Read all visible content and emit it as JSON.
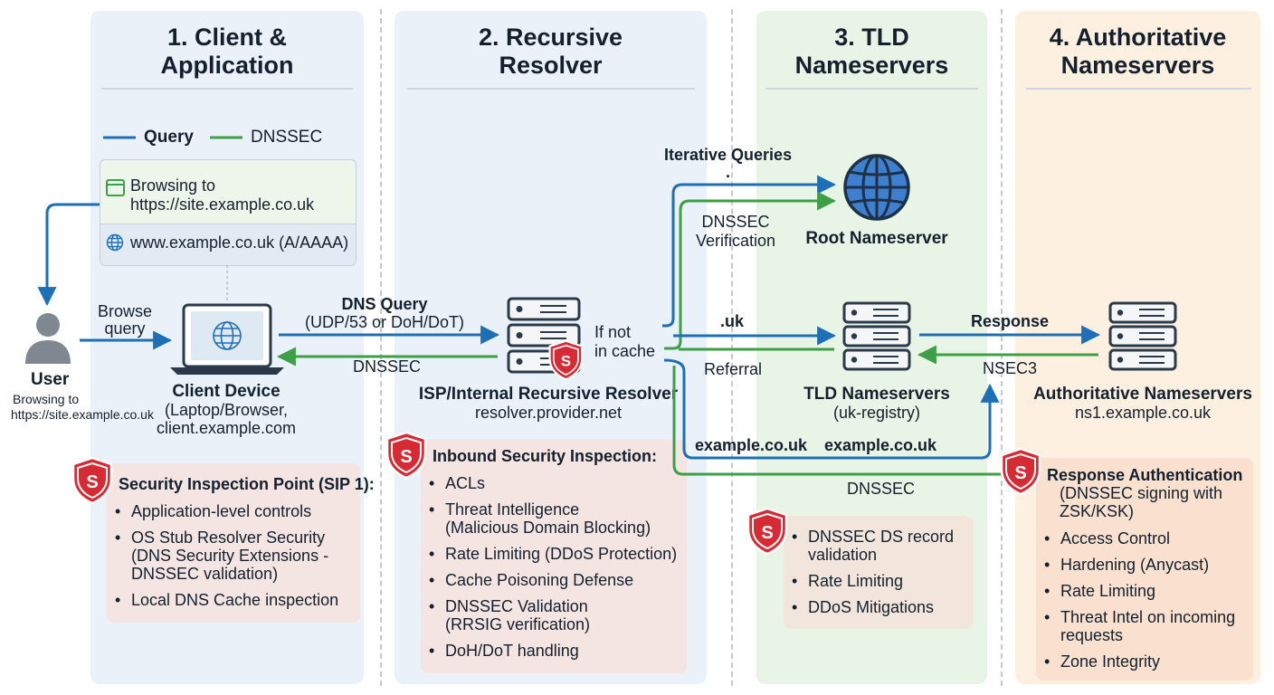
{
  "columns": [
    {
      "title_line1": "1. Client &",
      "title_line2": "Application"
    },
    {
      "title_line1": "2. Recursive",
      "title_line2": "Resolver"
    },
    {
      "title_line1": "3. TLD",
      "title_line2": "Nameservers"
    },
    {
      "title_line1": "4. Authoritative",
      "title_line2": "Nameservers"
    }
  ],
  "legend": {
    "query_label": "Query",
    "dnssec_label": "DNSSEC",
    "query_color": "#1f6fb6",
    "dnssec_color": "#3e9f46"
  },
  "browser": {
    "line1": "Browsing to",
    "line2": "https://site.example.co.uk",
    "record": "www.example.co.uk (A/AAAA)"
  },
  "user": {
    "label": "User",
    "note_line1": "Browsing to",
    "note_line2": "https://site.example.co.uk",
    "browse_query_line1": "Browse",
    "browse_query_line2": "query"
  },
  "client_device": {
    "title": "Client Device",
    "line2": "(Laptop/Browser,",
    "line3": "client.example.com"
  },
  "flows": {
    "dns_query_line1": "DNS Query",
    "dns_query_line2": "(UDP/53 or DoH/DoT)",
    "dnssec_back": "DNSSEC",
    "if_not_line1": "If not",
    "if_not_line2": "in cache",
    "iterative": "Iterative Queries",
    "dot": ".",
    "dnssec_verif_line1": "DNSSEC",
    "dnssec_verif_line2": "Verification",
    "uk": ".uk",
    "referral": "Referral",
    "example_left": "example.co.uk",
    "example_right": "example.co.uk",
    "dnssec_bottom": "DNSSEC",
    "response": "Response",
    "nsec3": "NSEC3"
  },
  "resolver": {
    "title": "ISP/Internal Recursive Resolver",
    "host": "resolver.provider.net"
  },
  "root": {
    "title": "Root Nameserver"
  },
  "tld": {
    "title": "TLD Nameservers",
    "sub": "(uk-registry)"
  },
  "auth": {
    "title": "Authoritative Nameservers",
    "host": "ns1.example.co.uk"
  },
  "security": {
    "sip1": {
      "title": "Security Inspection Point (SIP 1):",
      "items": [
        "Application-level controls",
        "OS Stub Resolver Security\n(DNS Security Extensions -\nDNSSEC validation)",
        "Local DNS Cache inspection"
      ]
    },
    "inbound": {
      "title": "Inbound Security Inspection:",
      "items": [
        "ACLs",
        "Threat Intelligence\n(Malicious Domain Blocking)",
        "Rate Limiting (DDoS Protection)",
        "Cache Poisoning Defense",
        "DNSSEC Validation\n(RRSIG verification)",
        "DoH/DoT handling"
      ]
    },
    "tld": {
      "items": [
        "DNSSEC DS record\nvalidation",
        "Rate Limiting",
        "DDoS Mitigations"
      ]
    },
    "auth": {
      "title_line1": "Response Authentication",
      "title_line2": "(DNSSEC signing with",
      "title_line3": "ZSK/KSK)",
      "items": [
        "Access Control",
        "Hardening (Anycast)",
        "Rate Limiting",
        "Threat Intel on incoming\nrequests",
        "Zone Integrity"
      ]
    }
  },
  "shield_letter": "S"
}
